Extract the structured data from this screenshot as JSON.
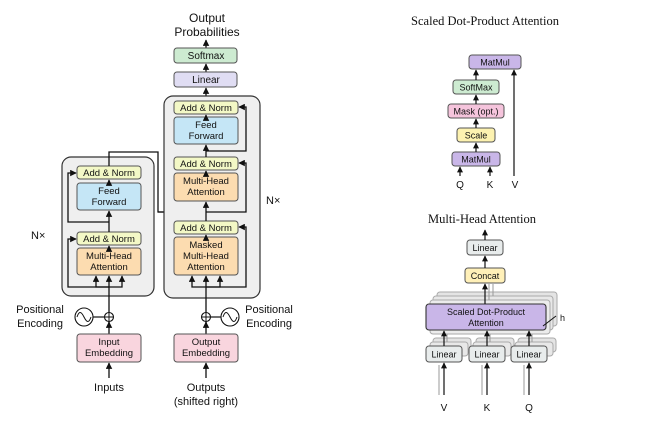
{
  "colors": {
    "add_norm": "#f3f8c6",
    "feed_forward": "#c5e6f6",
    "attention": "#fcdcb0",
    "embedding": "#f9d5de",
    "linear": "#e0ddf3",
    "softmax": "#cdebd1",
    "matmul": "#c9b6e8",
    "scale": "#fdf2b0",
    "mask": "#f5c4dc",
    "concat": "#fff0b8",
    "linear_small": "#e8ecec",
    "block_bg": "#efefef"
  },
  "transformer": {
    "output_probabilities": [
      "Output",
      "Probabilities"
    ],
    "softmax": "Softmax",
    "linear": "Linear",
    "encoder": {
      "nx": "N×",
      "add_norm": "Add & Norm",
      "feed_forward": [
        "Feed",
        "Forward"
      ],
      "attention": [
        "Multi-Head",
        "Attention"
      ],
      "positional_encoding": [
        "Positional",
        "Encoding"
      ],
      "embedding": [
        "Input",
        "Embedding"
      ],
      "input_label": "Inputs"
    },
    "decoder": {
      "nx": "N×",
      "add_norm": "Add & Norm",
      "feed_forward": [
        "Feed",
        "Forward"
      ],
      "attention": [
        "Multi-Head",
        "Attention"
      ],
      "masked_attention": [
        "Masked",
        "Multi-Head",
        "Attention"
      ],
      "positional_encoding": [
        "Positional",
        "Encoding"
      ],
      "embedding": [
        "Output",
        "Embedding"
      ],
      "input_label": [
        "Outputs",
        "(shifted right)"
      ]
    }
  },
  "scaled_dot": {
    "title": "Scaled Dot-Product Attention",
    "matmul_top": "MatMul",
    "softmax": "SoftMax",
    "mask": "Mask (opt.)",
    "scale": "Scale",
    "matmul_bottom": "MatMul",
    "q": "Q",
    "k": "K",
    "v": "V"
  },
  "multihead": {
    "title": "Multi-Head Attention",
    "linear_top": "Linear",
    "concat": "Concat",
    "sdpa": [
      "Scaled Dot-Product",
      "Attention"
    ],
    "h": "h",
    "linear": "Linear",
    "v": "V",
    "k": "K",
    "q": "Q"
  }
}
